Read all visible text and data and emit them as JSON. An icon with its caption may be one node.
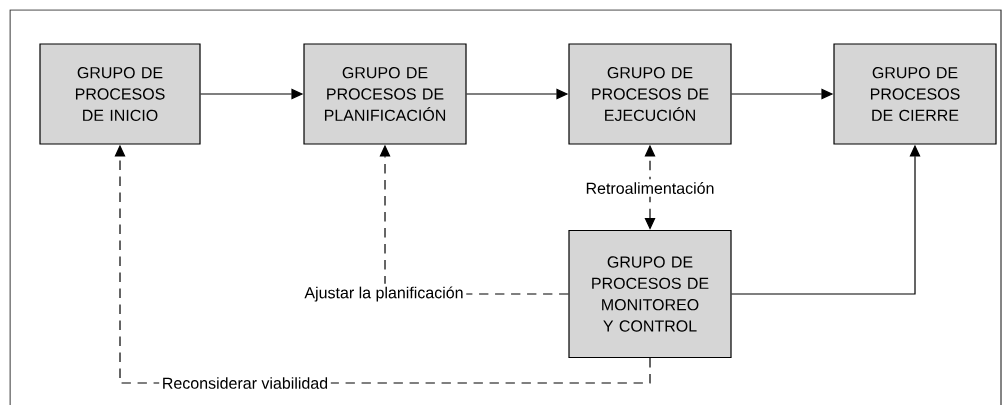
{
  "diagram": {
    "nodes": [
      {
        "text": [
          "GRUPO DE PROCESOS DE INICIO"
        ]
      },
      {
        "text": [
          "GRUPO DE PROCESOS DE PLANIFICACIÓN"
        ]
      },
      {
        "text": [
          "GRUPO DE PROCESOS DE EJECUCIÓN"
        ]
      },
      {
        "text": [
          "GRUPO DE PROCESOS DE CIERRE"
        ]
      },
      {
        "text": [
          "GRUPO DE PROCESOS DE MONITOREO Y CONTROL"
        ]
      }
    ],
    "edges": [
      {
        "from": 0,
        "to": 1,
        "arrow": "to"
      },
      {
        "from": 1,
        "to": 2,
        "arrow": "to"
      },
      {
        "from": 2,
        "to": 3,
        "arrow": "to"
      },
      {
        "from": 4,
        "to": 3,
        "arrow": "to"
      },
      {
        "from": 4,
        "to": 2,
        "arrow": "both",
        "style": "dashed",
        "label": "Retroalimentación"
      },
      {
        "from": 4,
        "to": 1,
        "arrow": "to",
        "style": "dashed",
        "label": "Ajustar la planificación"
      },
      {
        "from": 4,
        "to": 0,
        "arrow": "to",
        "style": "dashed",
        "label": "Reconsiderar viabilidad"
      }
    ]
  }
}
